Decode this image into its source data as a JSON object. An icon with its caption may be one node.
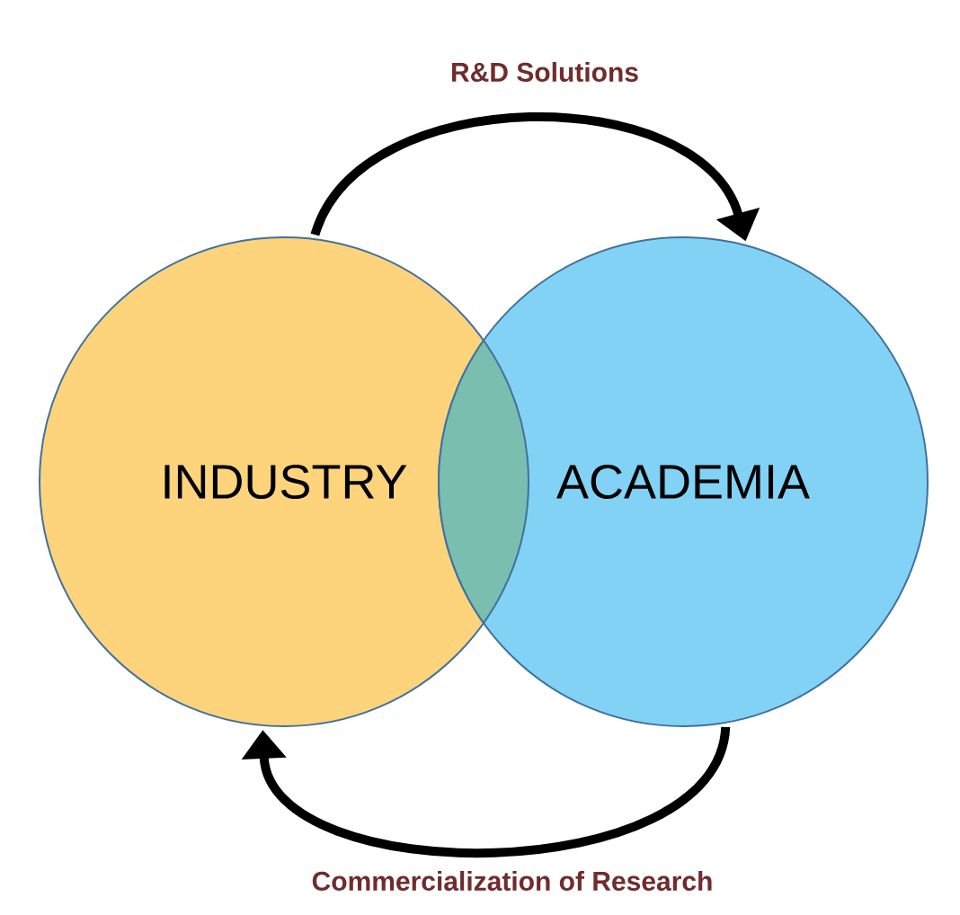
{
  "diagram": {
    "nodes": [
      {
        "text": [
          "INDUSTRY"
        ]
      },
      {
        "text": [
          "ACADEMIA"
        ]
      }
    ],
    "edges": [
      {
        "from": 0,
        "to": 1,
        "arrow": "to",
        "label": "R&D Solutions"
      },
      {
        "from": 1,
        "to": 0,
        "arrow": "to",
        "label": "Commercialization of Research"
      }
    ]
  }
}
